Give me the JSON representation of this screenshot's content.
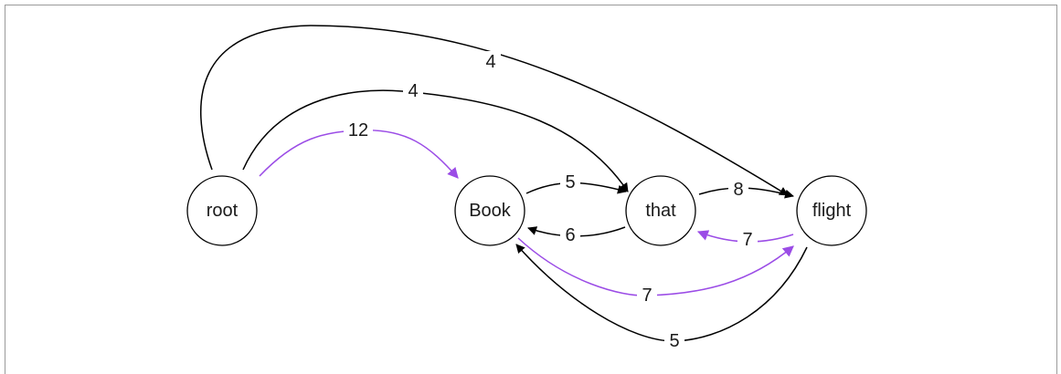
{
  "colors": {
    "default_edge": "#000000",
    "highlight_edge": "#9b4ce6",
    "frame_border": "#9a9a9a",
    "node_fill": "#ffffff"
  },
  "nodes": [
    {
      "id": "root",
      "label": "root"
    },
    {
      "id": "book",
      "label": "Book"
    },
    {
      "id": "that",
      "label": "that"
    },
    {
      "id": "flight",
      "label": "flight"
    }
  ],
  "edges": [
    {
      "id": "root-flight",
      "from": "root",
      "to": "flight",
      "weight": "4",
      "highlight": false
    },
    {
      "id": "root-that",
      "from": "root",
      "to": "that",
      "weight": "4",
      "highlight": false
    },
    {
      "id": "root-book",
      "from": "root",
      "to": "book",
      "weight": "12",
      "highlight": true
    },
    {
      "id": "book-that",
      "from": "book",
      "to": "that",
      "weight": "5",
      "highlight": false
    },
    {
      "id": "that-book",
      "from": "that",
      "to": "book",
      "weight": "6",
      "highlight": false
    },
    {
      "id": "that-flight",
      "from": "that",
      "to": "flight",
      "weight": "8",
      "highlight": false
    },
    {
      "id": "flight-that",
      "from": "flight",
      "to": "that",
      "weight": "7",
      "highlight": true
    },
    {
      "id": "book-flight",
      "from": "book",
      "to": "flight",
      "weight": "7",
      "highlight": true
    },
    {
      "id": "flight-book",
      "from": "flight",
      "to": "book",
      "weight": "5",
      "highlight": false
    }
  ]
}
